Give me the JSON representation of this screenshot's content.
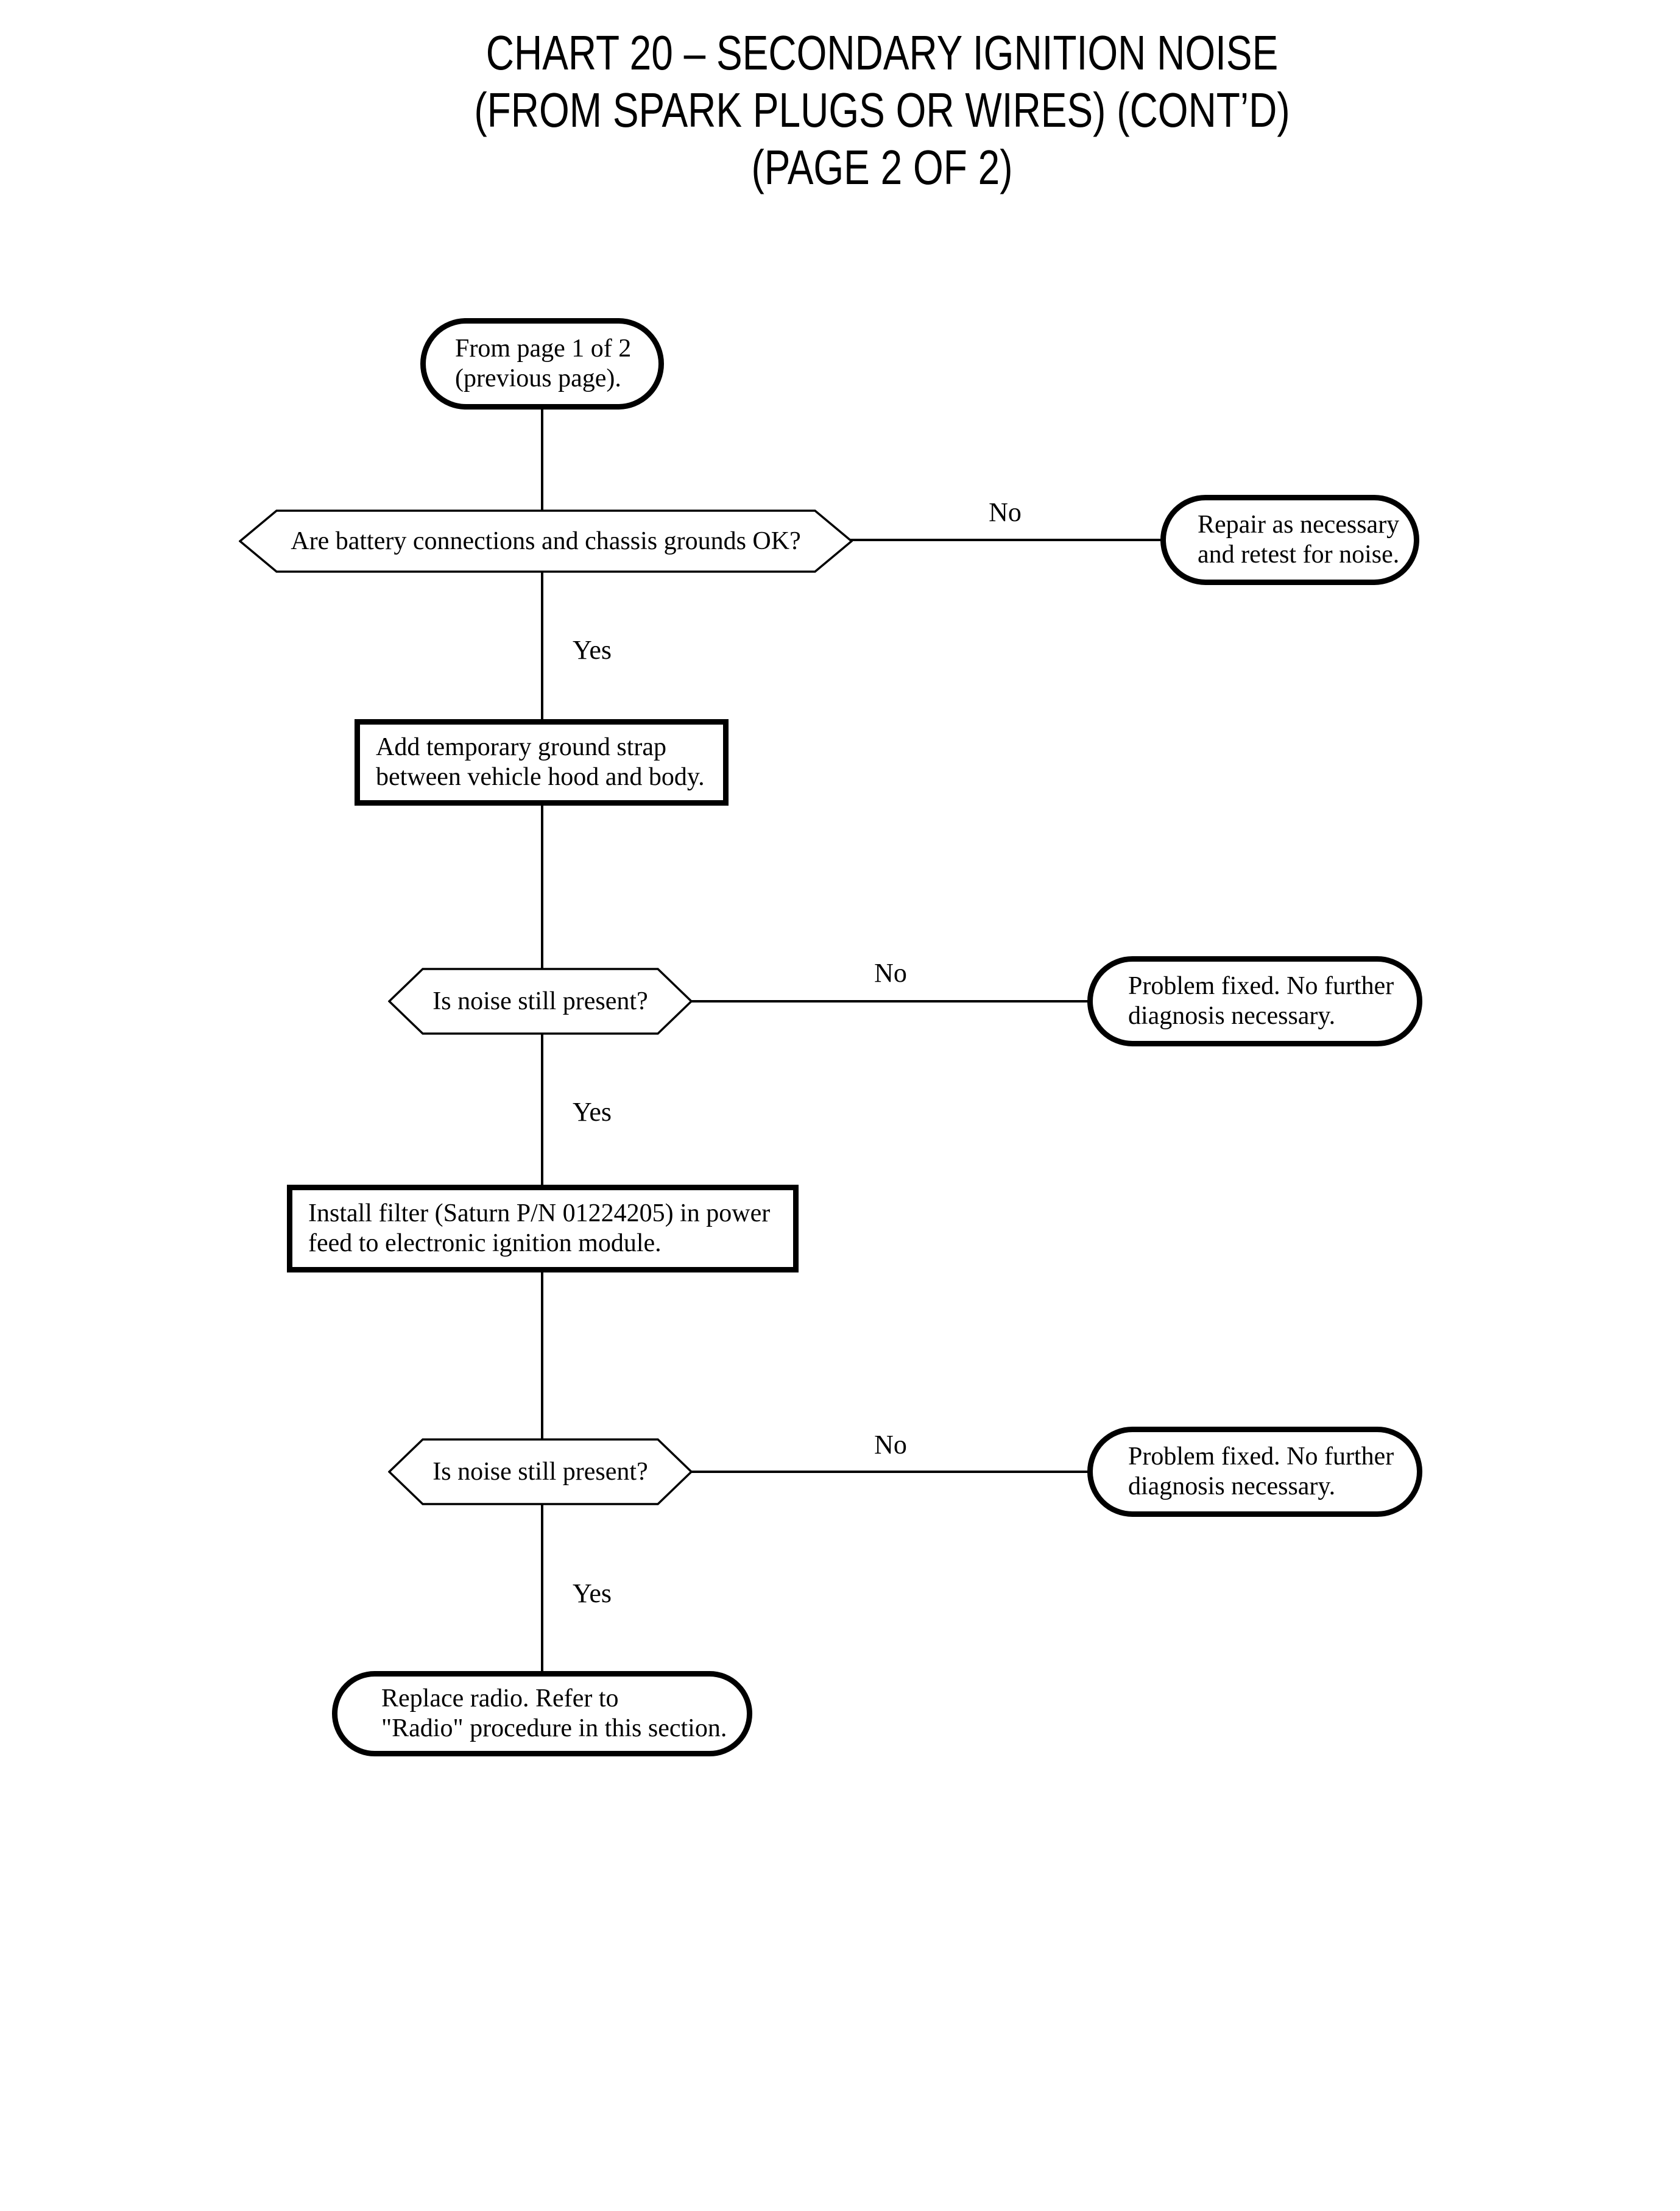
{
  "title": {
    "line1": "CHART 20 – SECONDARY IGNITION NOISE",
    "line2": "(FROM SPARK PLUGS OR WIRES) (CONT’D)",
    "line3": "(PAGE 2 OF 2)"
  },
  "labels": {
    "yes": "Yes",
    "no": "No"
  },
  "nodes": {
    "start": {
      "line1": "From page 1 of 2",
      "line2": "(previous page)."
    },
    "q_grounds": {
      "text": "Are battery connections and chassis grounds OK?"
    },
    "repair": {
      "line1": "Repair as necessary",
      "line2": "and retest for noise."
    },
    "ground_strap": {
      "line1": "Add temporary ground strap",
      "line2": "between vehicle hood and body."
    },
    "q_noise_1": {
      "text": "Is noise still present?"
    },
    "fixed_1": {
      "line1": "Problem fixed. No further",
      "line2": "diagnosis necessary."
    },
    "install_filter": {
      "line1": "Install filter (Saturn P/N 01224205) in power",
      "line2": "feed to electronic ignition module."
    },
    "q_noise_2": {
      "text": "Is noise still present?"
    },
    "fixed_2": {
      "line1": "Problem fixed. No further",
      "line2": "diagnosis necessary."
    },
    "replace_radio": {
      "line1": "Replace radio. Refer to",
      "line2": "\"Radio\" procedure in this section."
    }
  },
  "colors": {
    "ink": "#000000",
    "background": "#ffffff"
  }
}
